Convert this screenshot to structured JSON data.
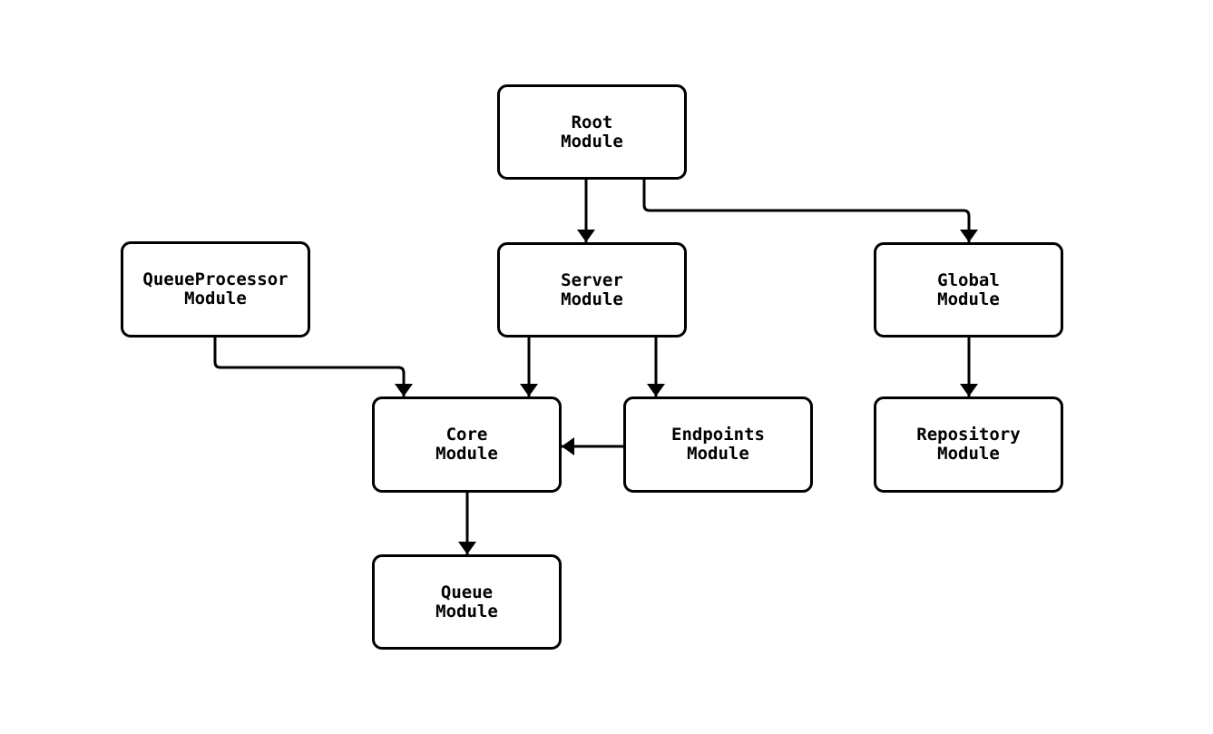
{
  "diagram": {
    "type": "module-dependency-diagram",
    "colors": {
      "background": "#ffffff",
      "node_fill": "#ffffff",
      "node_border": "#000000",
      "edge_stroke": "#000000",
      "text": "#000000"
    },
    "nodes": {
      "root": {
        "label": "Root\nModule"
      },
      "queue_processor": {
        "label": "QueueProcessor\nModule"
      },
      "server": {
        "label": "Server\nModule"
      },
      "global": {
        "label": "Global\nModule"
      },
      "core": {
        "label": "Core\nModule"
      },
      "endpoints": {
        "label": "Endpoints\nModule"
      },
      "repository": {
        "label": "Repository\nModule"
      },
      "queue": {
        "label": "Queue\nModule"
      }
    },
    "edges": [
      {
        "from": "Root Module",
        "to": "Server Module"
      },
      {
        "from": "Root Module",
        "to": "Global Module"
      },
      {
        "from": "QueueProcessor Module",
        "to": "Core Module"
      },
      {
        "from": "Server Module",
        "to": "Core Module"
      },
      {
        "from": "Server Module",
        "to": "Endpoints Module"
      },
      {
        "from": "Endpoints Module",
        "to": "Core Module"
      },
      {
        "from": "Global Module",
        "to": "Repository Module"
      },
      {
        "from": "Core Module",
        "to": "Queue Module"
      }
    ]
  }
}
